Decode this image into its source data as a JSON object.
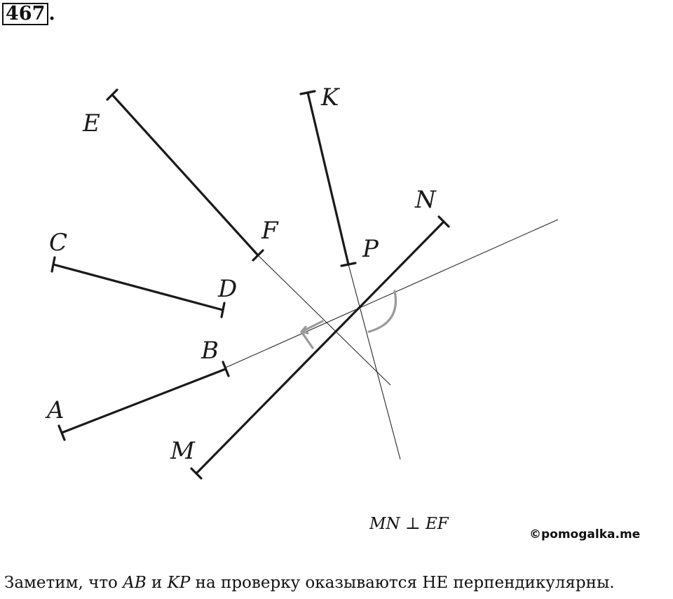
{
  "problem_number": "467",
  "problem_number_suffix": ".",
  "points": {
    "E": "E",
    "F": "F",
    "K": "K",
    "P": "P",
    "N": "N",
    "M": "M",
    "C": "C",
    "D": "D",
    "B": "B",
    "A": "A"
  },
  "relation": {
    "left": "MN",
    "symbol": "⊥",
    "right": "EF"
  },
  "watermark": "©pomogalka.me",
  "conclusion": {
    "part1": "Заметим, что ",
    "seg1": "AB",
    "part2": " и ",
    "seg2": "KP",
    "part3": " на проверку оказываются НЕ перпендикулярны."
  }
}
